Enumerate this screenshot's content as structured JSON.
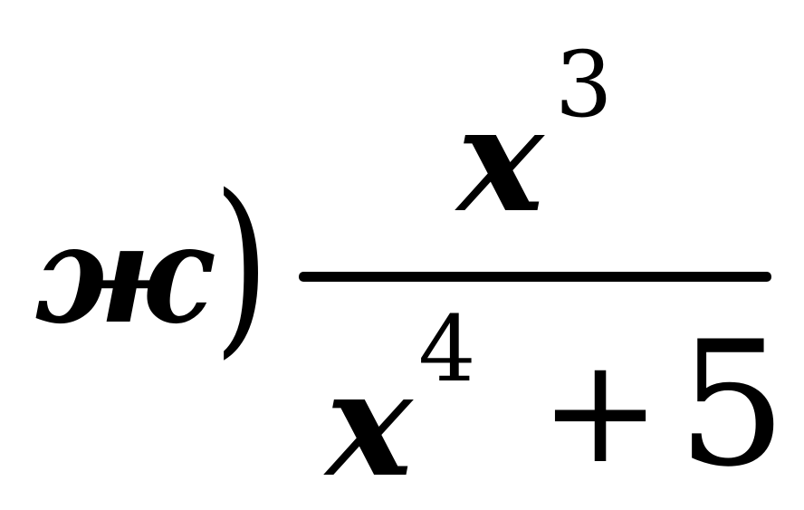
{
  "formula": {
    "label": "ж",
    "closing_paren": ")",
    "numerator": {
      "variable": "x",
      "exponent": "3"
    },
    "denominator": {
      "variable": "x",
      "exponent": "4",
      "operator": "+",
      "constant": "5"
    }
  }
}
